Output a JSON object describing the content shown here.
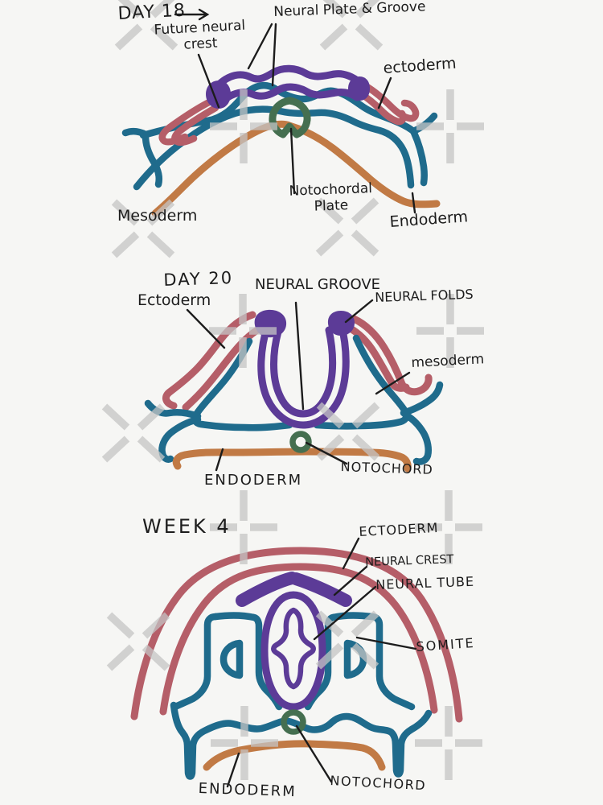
{
  "colors": {
    "background": "#f6f6f4",
    "ink": "#1c1c1c",
    "watermark": "#c4c4c4",
    "ectoderm_pink": "#b55e68",
    "mesoderm_teal": "#1f6b8c",
    "neural_purple": "#5c3b97",
    "endoderm_orange": "#c17a45",
    "notochord_green": "#456f50"
  },
  "icons": {
    "day18_arrow": "right-arrow"
  },
  "panel1": {
    "title": "DAY 18",
    "labels": {
      "future_neural_crest_line1": "Future neural",
      "future_neural_crest_line2": "crest",
      "neural_plate_groove": "Neural Plate & Groove",
      "ectoderm": "ectoderm",
      "mesoderm": "Mesoderm",
      "notochordal_plate_line1": "Notochordal",
      "notochordal_plate_line2": "Plate",
      "endoderm": "Endoderm"
    }
  },
  "panel2": {
    "title": "DAY 20",
    "labels": {
      "ectoderm": "Ectoderm",
      "neural_groove": "NEURAL GROOVE",
      "neural_folds": "NEURAL FOLDS",
      "mesoderm": "mesoderm",
      "endoderm": "ENDODERM",
      "notochord": "NOTOCHORD"
    }
  },
  "panel3": {
    "title": "WEEK 4",
    "labels": {
      "ectoderm": "ECTODERM",
      "neural_crest": "NEURAL CREST",
      "neural_tube": "NEURAL TUBE",
      "somite": "SOMITE",
      "endoderm": "ENDODERM",
      "notochord": "NOTOCHORD"
    }
  }
}
